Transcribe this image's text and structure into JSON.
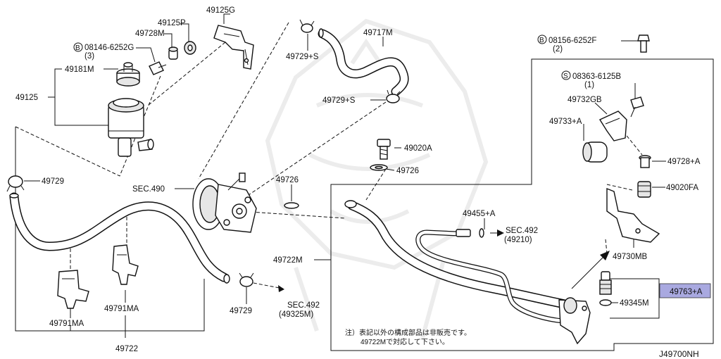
{
  "diagram": {
    "code": "J49700NH",
    "note_line1": "注）表記以外の構成部品は非販売です。",
    "note_line2": "49722Mで対応して下さい。",
    "highlight_color": "#a9a9e0",
    "labels": {
      "p49125G": "49125G",
      "p49125P": "49125P",
      "p49728M": "49728M",
      "b08146": "08146-6252G",
      "b08146_qty": "(3)",
      "p49181M": "49181M",
      "p49125": "49125",
      "p49729_top": "49729+S",
      "p49717M": "49717M",
      "p49729_mid": "49729+S",
      "b08156": "08156-6252F",
      "b08156_qty": "(2)",
      "s08363": "08363-6125B",
      "s08363_qty": "(1)",
      "p49732GB": "49732GB",
      "p49733A": "49733+A",
      "p49020A": "49020A",
      "p49726_upper": "49726",
      "p49728A": "49728+A",
      "p49729_left": "49729",
      "sec490": "SEC.490",
      "p49726_lower": "49726",
      "p49020FA": "49020FA",
      "p49455A": "49455+A",
      "sec492_right": "SEC.492",
      "sec492_right_ref": "(49210)",
      "p49722M": "49722M",
      "p49730MB": "49730MB",
      "p49763A": "49763+A",
      "p49345M": "49345M",
      "p49791MA_left": "49791MA",
      "p49791MA_mid": "49791MA",
      "p49729_bottom": "49729",
      "sec492_bottom": "SEC.492",
      "sec492_bottom_ref": "(49325M)",
      "p49722": "49722"
    },
    "markers": {
      "bolt_b": "B",
      "screw_s": "S"
    }
  }
}
